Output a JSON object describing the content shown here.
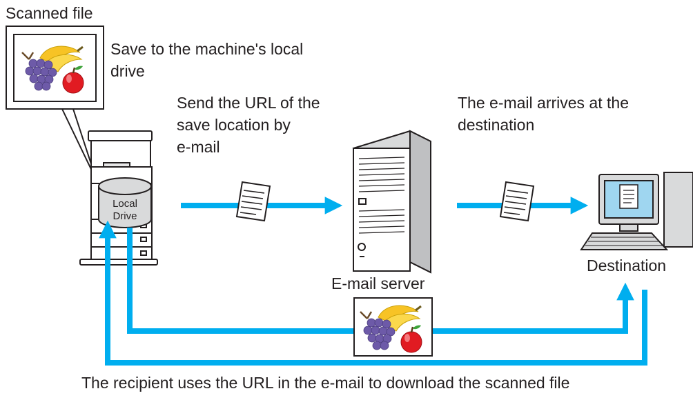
{
  "labels": {
    "scanned_file": "Scanned file",
    "save_local_line1": "Save to the machine's local",
    "save_local_line2": "drive",
    "send_url_line1": "Send the URL of the",
    "send_url_line2": "save location by",
    "send_url_line3": "e-mail",
    "arrives_line1": "The e-mail arrives at the",
    "arrives_line2": "destination",
    "email_server": "E-mail server",
    "destination": "Destination",
    "recipient_caption": "The recipient uses the URL in the e-mail to download the scanned file",
    "local_drive_line1": "Local",
    "local_drive_line2": "Drive"
  },
  "colors": {
    "arrow": "#00aeef",
    "outline": "#231f20",
    "drive_fill": "#d9dadb",
    "server_fill": "#ffffff",
    "monitor_screen": "#9fd6f0"
  },
  "icons": {
    "mfp": "multifunction-printer-icon",
    "server": "server-tower-icon",
    "computer": "desktop-computer-icon",
    "document": "email-document-icon",
    "image": "fruit-image-icon"
  }
}
